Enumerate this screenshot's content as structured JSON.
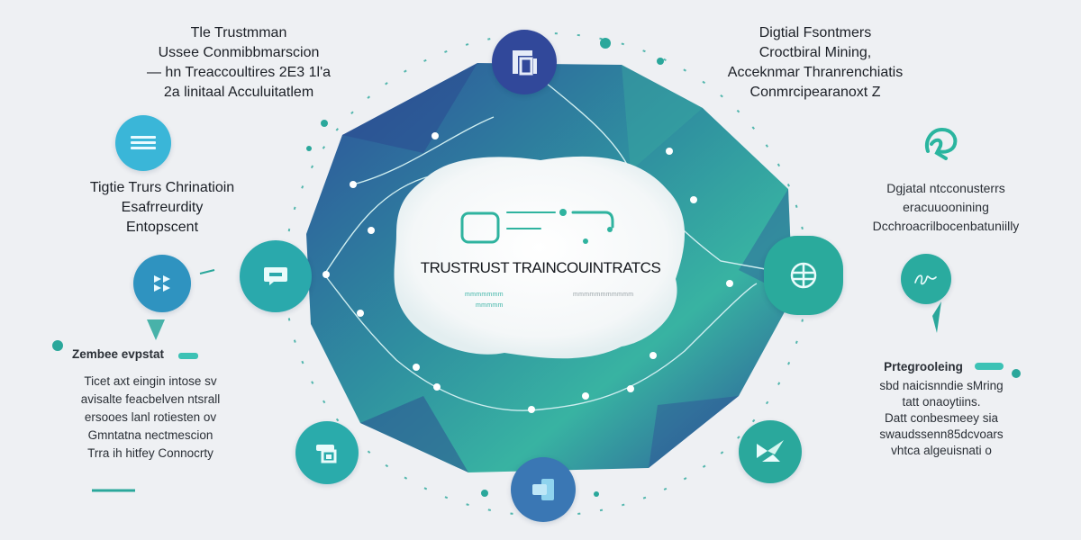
{
  "diagram": {
    "title": "TRUSTRUST TRAINCOUINTRATCS",
    "center_subtitles": [
      "mmmmmmm",
      "mmmmm",
      "mmmmmmmmmmm"
    ],
    "colors": {
      "background": "#eef0f3",
      "navy": "#2f4f98",
      "blue": "#3d6fb0",
      "teal": "#2aa79b",
      "light_teal": "#3cc2c0",
      "sky": "#3ab4d6",
      "text": "#1b1f26"
    },
    "labels": {
      "top_left": [
        "Tle Trustmman",
        "Ussee Conmibbmarscion",
        "— hn Treaccoultires 2E3 1l'a",
        "2a linitaal Acculuitatlem"
      ],
      "top_right": [
        "Digtial Fsontmers",
        "Croctbiral Mining,",
        "Acceknmar Thranrenchiatis",
        "Conmrcipearanoxt Z"
      ],
      "mid_left": [
        "Tigtie Trurs Chrinatioin",
        "Esafrreurdity",
        "Entopscent"
      ],
      "mid_right": [
        "Dgjatal ntcconusterrs",
        "eracuuoonining",
        "Dcchroacrilbocenbatuniilly"
      ],
      "bottom_left_heading": "Zembee evpstat",
      "bottom_left": [
        "Ticet axt eingin intose sv",
        "avisalte feacbelven ntsrall",
        "ersooes lanl rotiesten ov",
        "Gmntatna nectmescion",
        "Trra ih hitfey Connocrty"
      ],
      "bottom_right_heading": "Prtegrooleing",
      "bottom_right": [
        "sbd naicisnndie sMring",
        "tatt onaoytiins.",
        "Datt conbesmeey sia",
        "swaudssenn85dcvoars",
        "vhtca algeuisnati o"
      ]
    },
    "nodes": [
      {
        "id": "top",
        "icon": "building-blocks-icon"
      },
      {
        "id": "left",
        "icon": "chat-bubble-icon"
      },
      {
        "id": "right",
        "icon": "globe-network-icon"
      },
      {
        "id": "bottom",
        "icon": "copy-blocks-icon"
      },
      {
        "id": "bottom-left",
        "icon": "hand-blocks-icon"
      },
      {
        "id": "bottom-right",
        "icon": "paper-plane-icon"
      },
      {
        "id": "far-left-top",
        "icon": "list-lines-icon"
      },
      {
        "id": "far-left-bottom",
        "icon": "play-arrows-icon"
      },
      {
        "id": "far-right-top",
        "icon": "spiral-r-icon"
      },
      {
        "id": "far-right-mid",
        "icon": "signature-icon"
      }
    ]
  }
}
